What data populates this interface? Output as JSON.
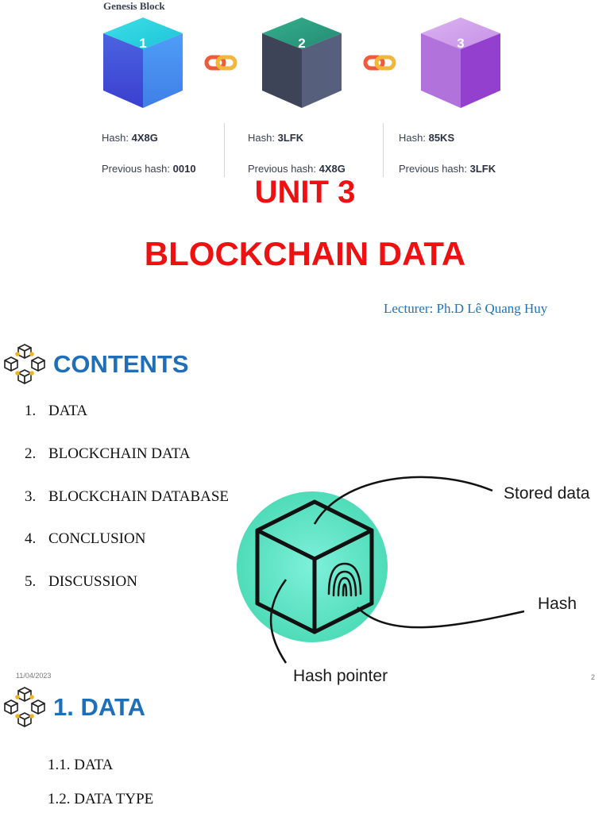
{
  "chain": {
    "title": "Genesis Block",
    "blocks": [
      {
        "number": "1",
        "hash_label": "Hash:",
        "hash": "4X8G",
        "prev_label": "Previous hash:",
        "prev": "0010",
        "color": "#3f7fe6"
      },
      {
        "number": "2",
        "hash_label": "Hash:",
        "hash": "3LFK",
        "prev_label": "Previous hash:",
        "prev": "4X8G",
        "color": "#3d4a66"
      },
      {
        "number": "3",
        "hash_label": "Hash:",
        "hash": "85KS",
        "prev_label": "Previous hash:",
        "prev": "3LFK",
        "color": "#a34fd6"
      }
    ]
  },
  "title": {
    "unit": "UNIT 3",
    "main": "BLOCKCHAIN DATA",
    "lecturer": "Lecturer: Ph.D Lê Quang Huy"
  },
  "contents": {
    "heading": "CONTENTS",
    "items": [
      {
        "num": "1.",
        "label": "DATA"
      },
      {
        "num": "2.",
        "label": "BLOCKCHAIN DATA"
      },
      {
        "num": "3.",
        "label": "BLOCKCHAIN DATABASE"
      },
      {
        "num": "4.",
        "label": "CONCLUSION"
      },
      {
        "num": "5.",
        "label": "DISCUSSION"
      }
    ]
  },
  "diagram": {
    "stored_data": "Stored data",
    "hash": "Hash",
    "hash_pointer": "Hash pointer"
  },
  "footer": {
    "date": "11/04/2023",
    "page": "2"
  },
  "section": {
    "heading": "1. DATA",
    "items": [
      "1.1. DATA",
      "1.2. DATA TYPE"
    ]
  }
}
